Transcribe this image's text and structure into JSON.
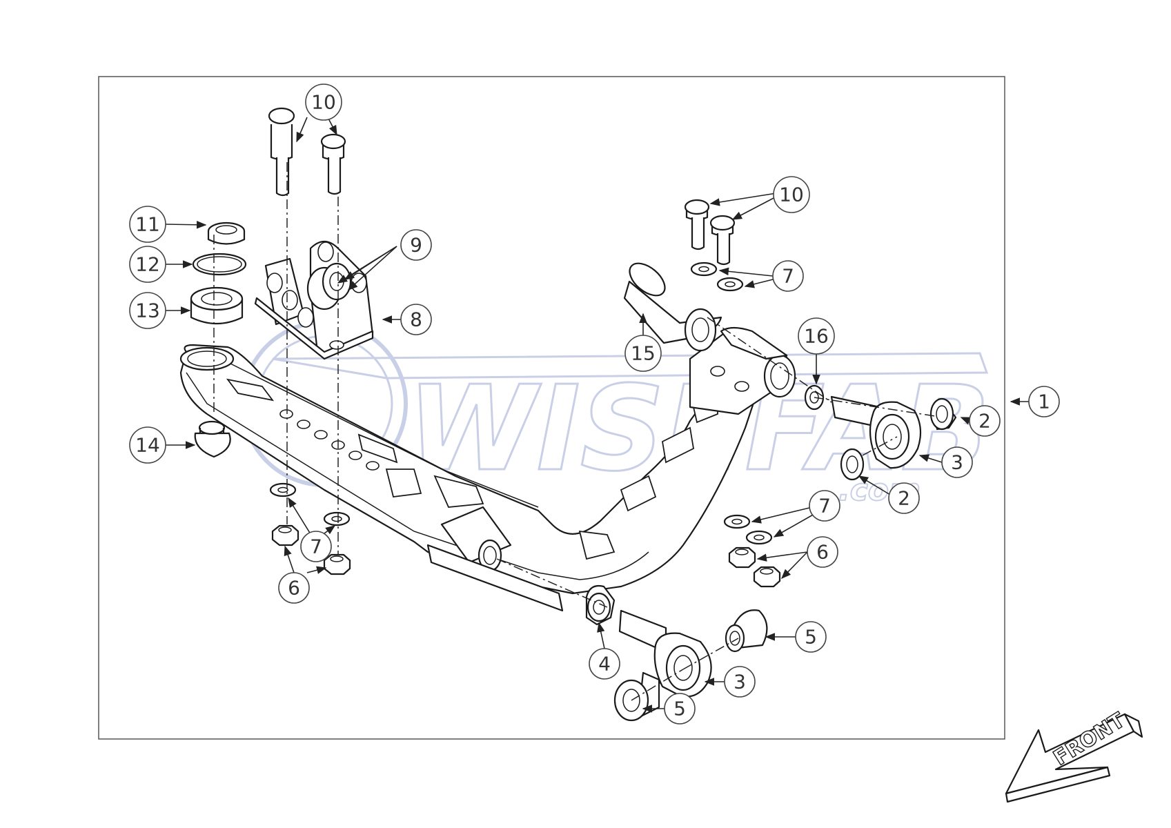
{
  "watermark": {
    "brand": "WISEFAB",
    "suffix": ".com"
  },
  "direction_label": "FRONT",
  "callouts": {
    "c1": "1",
    "c2a": "2",
    "c2b": "2",
    "c3a": "3",
    "c3b": "3",
    "c4": "4",
    "c5a": "5",
    "c5b": "5",
    "c6a": "6",
    "c6b": "6",
    "c7a": "7",
    "c7b": "7",
    "c7c": "7",
    "c8": "8",
    "c9": "9",
    "c10a": "10",
    "c10b": "10",
    "c11": "11",
    "c12": "12",
    "c13": "13",
    "c14": "14",
    "c15": "15",
    "c16": "16"
  },
  "colors": {
    "line": "#1a1a1a",
    "watermark": "#c9cfe6",
    "background": "#ffffff"
  }
}
